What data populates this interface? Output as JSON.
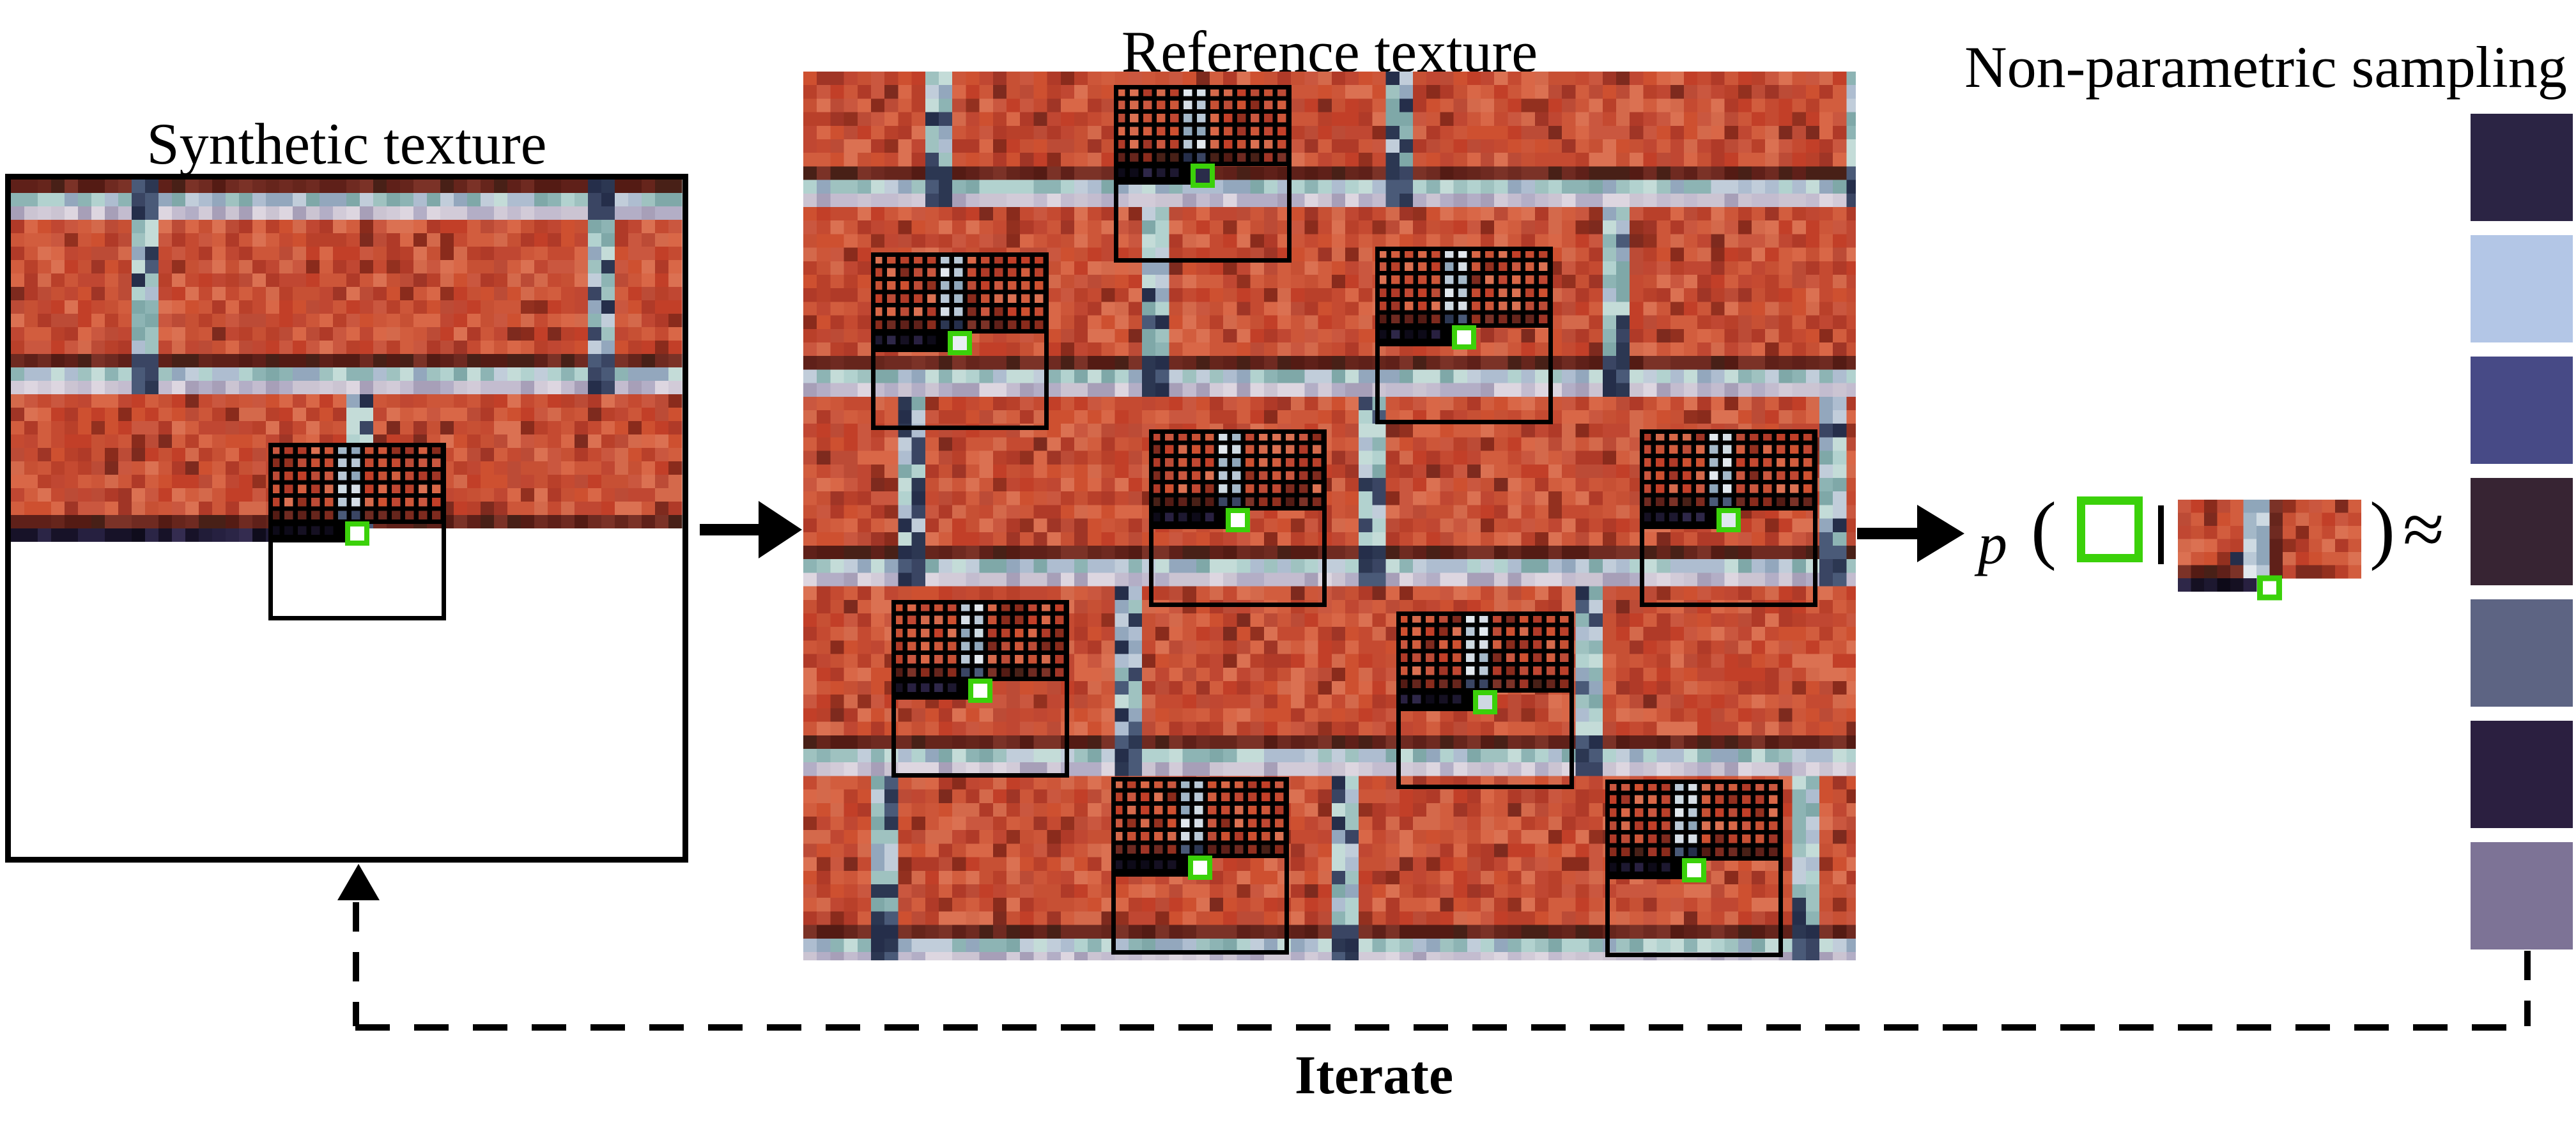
{
  "figure": {
    "synthetic_panel": {
      "title": "Synthetic texture"
    },
    "reference_panel": {
      "title": "Reference texture"
    },
    "sampling_panel": {
      "title": "Non-parametric sampling"
    },
    "iterate_label": "Iterate",
    "formula": {
      "p": "p",
      "open_paren": "(",
      "bar": "|",
      "close_paren": ")",
      "approx": "≈"
    }
  },
  "colors": {
    "accent_green": "#3bd10a",
    "outline": "#000000",
    "brick": [
      "#c54a31",
      "#cd5639",
      "#b9402a",
      "#d25d3e",
      "#c04732",
      "#ce5030",
      "#bc4b36",
      "#d96747",
      "#c23f28",
      "#b03a28",
      "#ca573f",
      "#d4694b",
      "#c75034",
      "#db7152"
    ],
    "brick_dark": [
      "#a03526",
      "#93301f",
      "#8a2b1c",
      "#7e2a1e"
    ],
    "mortar_dark": [
      "#5f2019",
      "#6f2a21",
      "#541b14",
      "#7b3227",
      "#482017",
      "#66251c"
    ],
    "mortar_blue": [
      "#9fc2c0",
      "#b2d2cf",
      "#8db4b4",
      "#c4dcd8",
      "#7fa8a8",
      "#aebdd0",
      "#c1cdda",
      "#93a7bd"
    ],
    "mortar_lavender": [
      "#c3bccf",
      "#d2cbd8",
      "#b3aec6",
      "#ddd6e0",
      "#a79fb8",
      "#cbc4d2"
    ],
    "joint_dark": [
      "#3a4563",
      "#2c3752",
      "#4a5a78",
      "#252e4a"
    ],
    "frontier_navy": [
      "#211c38",
      "#2b2546",
      "#171228",
      "#342c50",
      "#0f0c1c",
      "#262040"
    ],
    "grid_streak": [
      "#b9c8d6",
      "#cedae2",
      "#a4b8c8",
      "#e2e8ee",
      "#8fa6ba",
      "#d6dee6"
    ],
    "grid_cell_dark": [
      "#1d1830",
      "#282040",
      "#151022",
      "#0d0a18",
      "#2e2748"
    ]
  },
  "sampling_swatches": [
    "#2b2444",
    "#b3c6e6",
    "#474a86",
    "#372433",
    "#5d6483",
    "#2b1f40",
    "#7d7396"
  ]
}
